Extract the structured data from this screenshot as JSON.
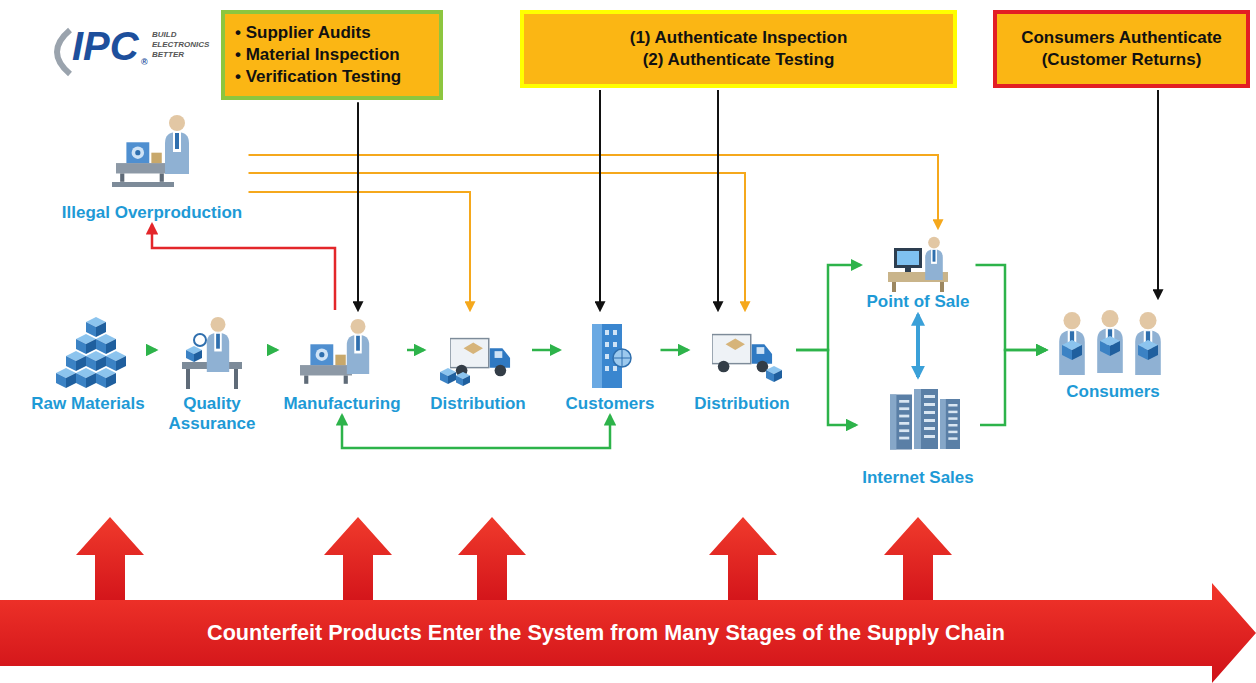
{
  "diagram": {
    "nodes": [
      {
        "text": [
          "• Supplier Audits",
          "• Material Inspection",
          "• Verification Testing"
        ]
      },
      {
        "text": [
          "(1) Authenticate Inspection",
          "(2) Authenticate Testing"
        ]
      },
      {
        "text": [
          "Consumers Authenticate (Customer Returns)"
        ]
      },
      {
        "text": [
          "Illegal Overproduction"
        ]
      },
      {
        "text": [
          "Raw Materials"
        ]
      },
      {
        "text": [
          "Quality Assurance"
        ]
      },
      {
        "text": [
          "Manufacturing"
        ]
      },
      {
        "text": [
          "Distribution"
        ]
      },
      {
        "text": [
          "Customers"
        ]
      },
      {
        "text": [
          "Distribution"
        ]
      },
      {
        "text": [
          "Point of Sale"
        ]
      },
      {
        "text": [
          "Internet Sales"
        ]
      },
      {
        "text": [
          "Consumers"
        ]
      },
      {
        "text": [
          "Counterfeit Products Enter the System from Many Stages of the Supply Chain"
        ]
      }
    ],
    "edges": [
      {
        "from": 4,
        "to": 5,
        "arrow": "to"
      },
      {
        "from": 5,
        "to": 6,
        "arrow": "to"
      },
      {
        "from": 6,
        "to": 7,
        "arrow": "to"
      },
      {
        "from": 7,
        "to": 8,
        "arrow": "to"
      },
      {
        "from": 8,
        "to": 9,
        "arrow": "to"
      },
      {
        "from": 9,
        "to": 10,
        "arrow": "to"
      },
      {
        "from": 9,
        "to": 11,
        "arrow": "to"
      },
      {
        "from": 10,
        "to": 12,
        "arrow": "to"
      },
      {
        "from": 11,
        "to": 12,
        "arrow": "to"
      },
      {
        "from": 6,
        "to": 8,
        "arrow": "both"
      },
      {
        "from": 10,
        "to": 11,
        "arrow": "both"
      },
      {
        "from": 6,
        "to": 3,
        "arrow": "to"
      },
      {
        "from": 3,
        "to": 10,
        "arrow": "to"
      },
      {
        "from": 3,
        "to": 9,
        "arrow": "to"
      },
      {
        "from": 3,
        "to": 7,
        "arrow": "to"
      },
      {
        "from": 0,
        "to": 6,
        "arrow": "to"
      },
      {
        "from": 1,
        "to": 8,
        "arrow": "to"
      },
      {
        "from": 1,
        "to": 9,
        "arrow": "to"
      },
      {
        "from": 2,
        "to": 12,
        "arrow": "to"
      },
      {
        "from": 13,
        "to": 4,
        "arrow": "to"
      },
      {
        "from": 13,
        "to": 6,
        "arrow": "to"
      },
      {
        "from": 13,
        "to": 7,
        "arrow": "to"
      },
      {
        "from": 13,
        "to": 9,
        "arrow": "to"
      },
      {
        "from": 13,
        "to": 11,
        "arrow": "to"
      }
    ],
    "labels": [
      "IPC",
      "®",
      "BUILD",
      "ELECTRONICS",
      "BETTER"
    ]
  }
}
